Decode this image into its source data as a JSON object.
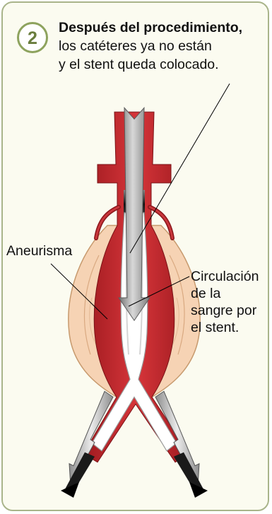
{
  "step": {
    "number": "2",
    "title": "Después del procedimiento,",
    "line2": "los catéteres ya no están",
    "line3": "y el stent queda colocado."
  },
  "labels": {
    "aneurysm": "Aneurisma",
    "flow_line1": "Circulación",
    "flow_line2": "de la",
    "flow_line3": "sangre por",
    "flow_line4": "el stent."
  },
  "colors": {
    "card_border": "#a9b48a",
    "card_bg": "#fbfbf0",
    "badge": "#8ea35e",
    "vessel_red": "#c1272d",
    "aneurysm_sac": "#f6d3b4",
    "stent": "#ffffff",
    "catheter_arrow": "#9a9a9a"
  }
}
